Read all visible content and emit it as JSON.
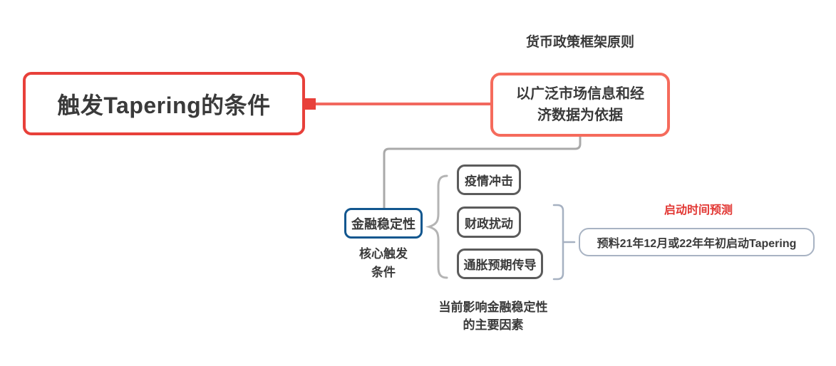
{
  "diagram": {
    "root": {
      "label": "触发Tapering的条件"
    },
    "principle": {
      "floating_label": "货币政策框架原则",
      "line1": "以广泛市场信息和经",
      "line2": "济数据为依据"
    },
    "stability": {
      "label": "金融稳定性",
      "note_line1": "核心触发",
      "note_line2": "条件"
    },
    "factors": {
      "items": [
        "疫情冲击",
        "财政扰动",
        "通胀预期传导"
      ],
      "note_line1": "当前影响金融稳定性",
      "note_line2": "的主要因素"
    },
    "prediction": {
      "floating_label": "启动时间预测",
      "label": "预料21年12月或22年年初启动Tapering"
    },
    "colors": {
      "root_border": "#e8403a",
      "red_connector": "#f2685e",
      "principle_border": "#f56b5c",
      "gray_connector": "#a9a9a9",
      "stability_border": "#12578f",
      "factor_border": "#5b5b5b",
      "brace": "#b4b4b4",
      "bracket": "#a6b1c1",
      "prediction_border": "#a8b3c3",
      "prediction_label_text": "#e23733",
      "text": "#3a3a3a",
      "background": "#ffffff"
    }
  }
}
